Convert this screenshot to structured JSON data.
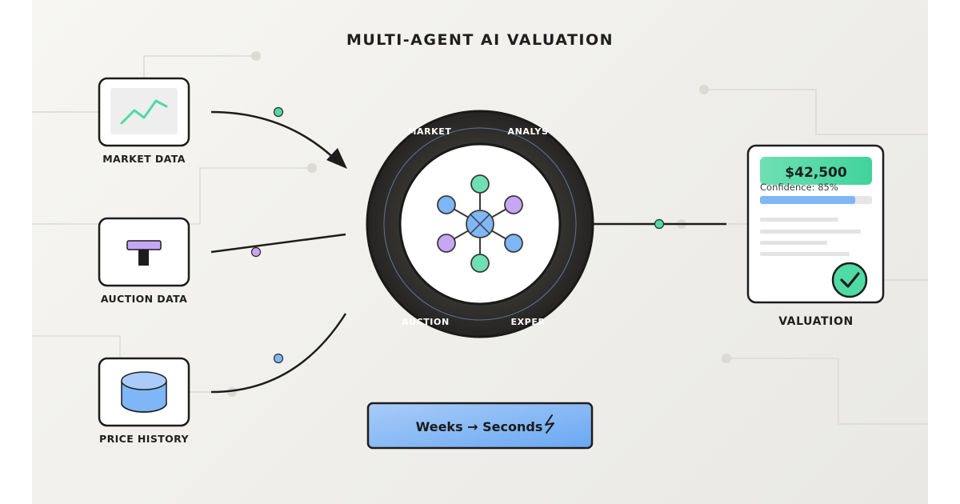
{
  "title": "MULTI-AGENT AI VALUATION",
  "inputs": [
    {
      "label": "MARKET DATA",
      "icon": "line-chart-icon"
    },
    {
      "label": "AUCTION DATA",
      "icon": "gavel-icon"
    },
    {
      "label": "PRICE HISTORY",
      "icon": "database-icon"
    }
  ],
  "hub": {
    "ring_labels": {
      "top_left": "MARKET",
      "top_right": "ANALYS",
      "bottom_left": "AUCTION",
      "bottom_right": "EXPER"
    },
    "icon": "agent-network-icon"
  },
  "output": {
    "label": "VALUATION",
    "price": "$42,500",
    "confidence_text": "Confidence: 85%",
    "confidence": 0.85,
    "icon": "checkmark-icon"
  },
  "speed_banner": {
    "text": "Weeks → Seconds",
    "icon": "lightning-icon"
  },
  "colors": {
    "green": "#4fdba3",
    "blue": "#7fb6f5",
    "purple": "#c7a6f4",
    "ring": "#2e2d2b"
  }
}
